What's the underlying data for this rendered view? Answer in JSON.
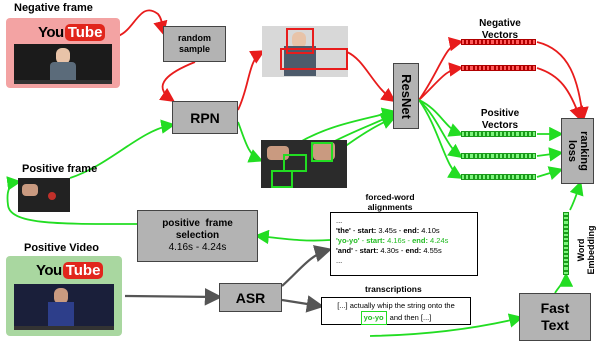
{
  "labels": {
    "negative_frame": "Negative frame",
    "positive_frame": "Positive frame",
    "positive_video": "Positive Video",
    "negative_vectors": "Negative\nVectors",
    "positive_vectors": "Positive\nVectors",
    "forced_word_alignments": "forced-word\nalignments",
    "transcriptions": "transcriptions",
    "word_embedding": "Word\nEmbedding"
  },
  "boxes": {
    "random_sample": "random\nsample",
    "rpn": "RPN",
    "resnet": "ResNet",
    "ranking_loss": "ranking\nloss",
    "positive_frame_selection_title": "positive  frame\nselection",
    "positive_frame_selection_time": "4.16s - 4.24s",
    "asr": "ASR",
    "fast_text": "Fast\nText"
  },
  "youtube": {
    "you": "You",
    "tube": "Tube"
  },
  "alignments": [
    {
      "text": "...",
      "highlight": false
    },
    {
      "word": "'the'",
      "start": "3.45s",
      "end": "4.10s",
      "highlight": false
    },
    {
      "word": "'yo-yo'",
      "start": "4.16s",
      "end": "4.24s",
      "highlight": true
    },
    {
      "word": "'and'",
      "start": "4.30s",
      "end": "4.55s",
      "highlight": false
    },
    {
      "text": "...",
      "highlight": false
    }
  ],
  "alignment_keys": {
    "start": "start:",
    "end": "end:"
  },
  "transcript": {
    "before": "[...] actually whip the string onto the",
    "highlight": "yo-yo",
    "after": "and then [...]"
  },
  "colors": {
    "red": "#e81c1c",
    "green": "#22dd22",
    "gray_arrow": "#555555",
    "box_gray": "#b3b3b3",
    "neg_card": "#f3a3a3",
    "pos_card": "#a9d7a0"
  }
}
